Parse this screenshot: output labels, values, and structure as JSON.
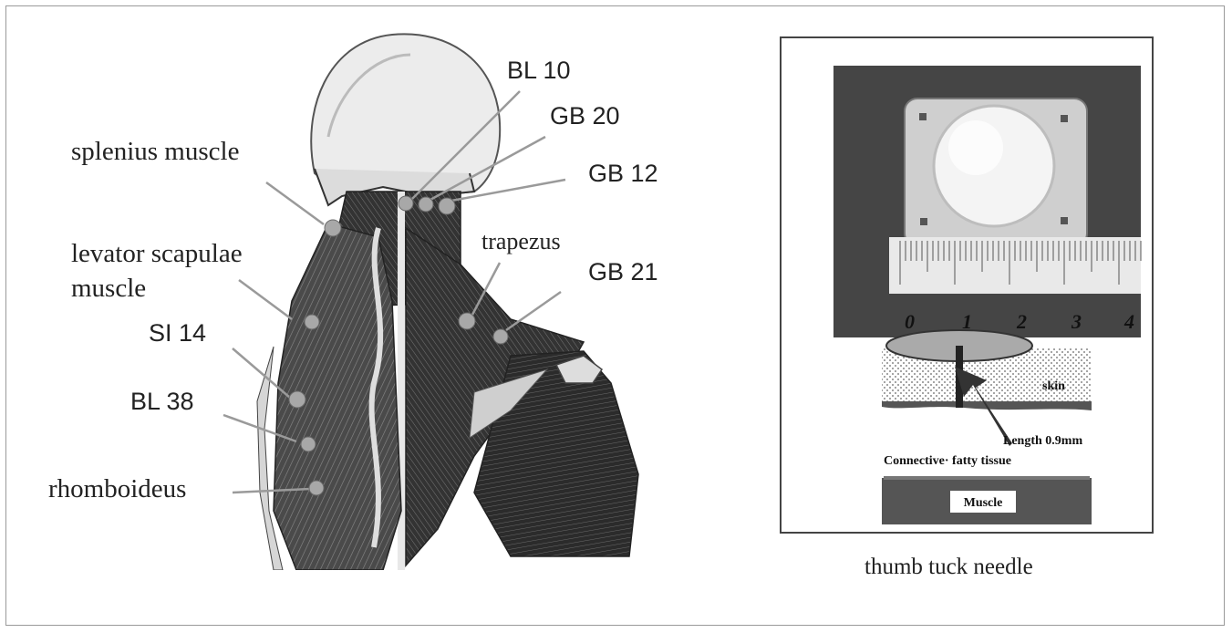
{
  "figure": {
    "left_panel": {
      "labels": {
        "splenius": "splenius muscle",
        "levator_line1": "levator scapulae",
        "levator_line2": "muscle",
        "si14": "SI 14",
        "bl38": "BL 38",
        "rhomboideus": "rhomboideus",
        "bl10": "BL 10",
        "gb20": "GB 20",
        "gb12": "GB 12",
        "trapezus": "trapezus",
        "gb21": "GB 21"
      }
    },
    "right_panel": {
      "ruler_numbers": [
        "0",
        "1",
        "2",
        "3",
        "4"
      ],
      "diagram": {
        "skin": "skin",
        "length": "Length 0.9mm",
        "connective": "Connective· fatty tissue",
        "muscle": "Muscle"
      },
      "caption": "thumb tuck needle"
    },
    "colors": {
      "marker": "#a8a8a8",
      "ink": "#222222",
      "muscle_dark": "#3a3a3a",
      "photo_bg": "#454545"
    }
  }
}
